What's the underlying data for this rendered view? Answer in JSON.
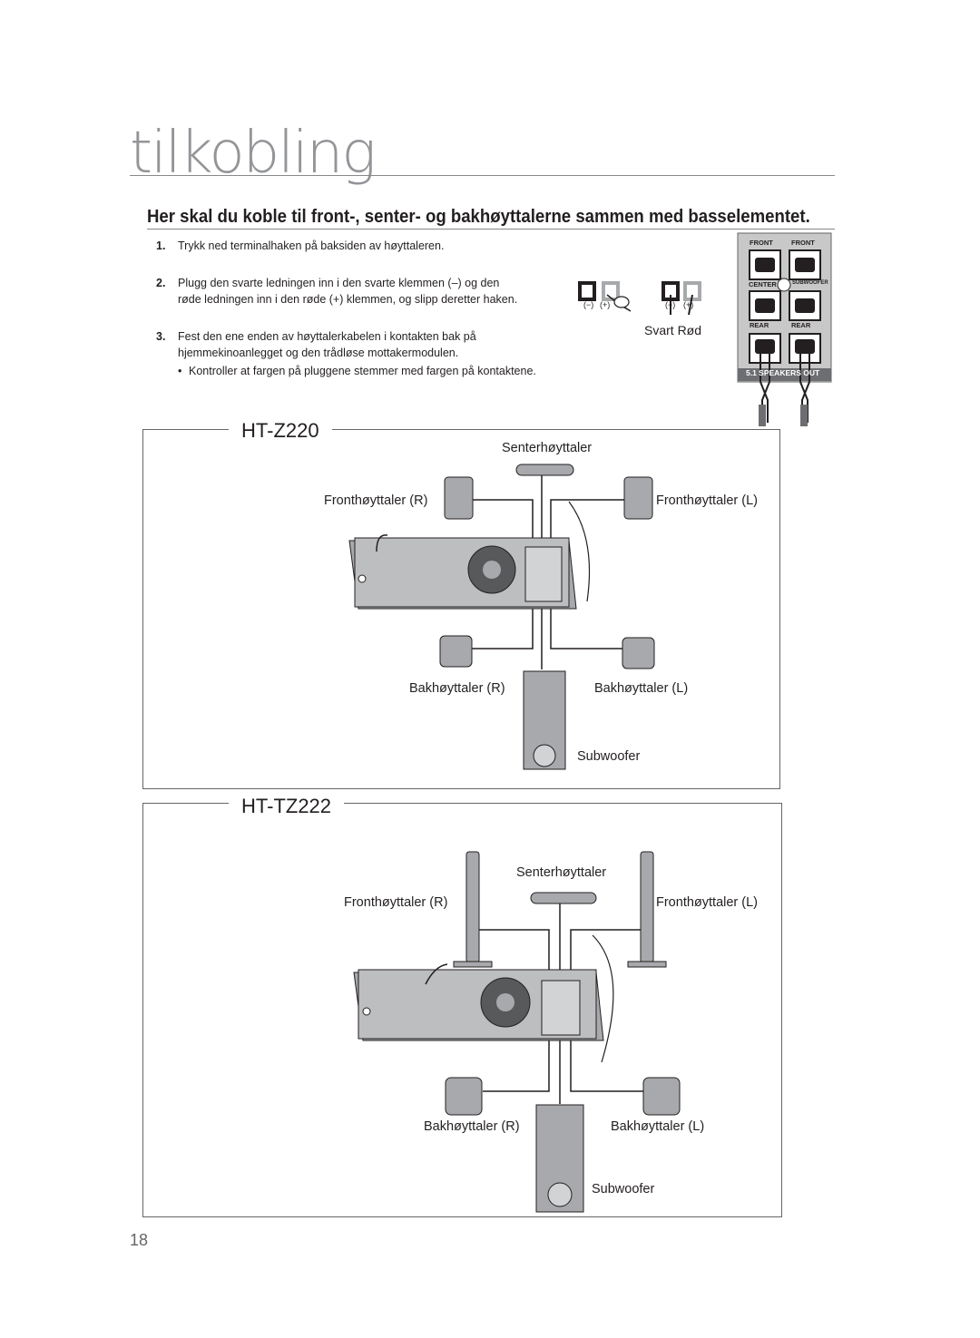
{
  "page": {
    "title": "tilkobling",
    "subtitle": "Her skal du koble til front-, senter- og bakhøyttalerne sammen med basselementet.",
    "page_number": "18"
  },
  "steps": [
    {
      "num": "1.",
      "lines": [
        "Trykk ned terminalhaken på baksiden av høyttaleren."
      ]
    },
    {
      "num": "2.",
      "lines": [
        "Plugg den svarte ledningen inn i den svarte klemmen (–) og den",
        "røde ledningen inn i den røde (+) klemmen, og slipp deretter haken."
      ]
    },
    {
      "num": "3.",
      "lines": [
        "Fest den ene enden av høyttalerkabelen i kontakten bak på",
        "hjemmekinoanlegget og den trådløse mottakermodulen."
      ]
    }
  ],
  "bullet": "Kontroller at fargen på pluggene stemmer med fargen på kontaktene.",
  "terminal_figure": {
    "minus": "(−)",
    "plus": "(+)",
    "colors_label": "Svart  Rød"
  },
  "panel": {
    "front1": "FRONT",
    "front2": "FRONT",
    "center": "CENTER",
    "subwoofer": "SUBWOOFER",
    "rear1": "REAR",
    "rear2": "REAR",
    "out": "5.1  SPEAKERS OUT"
  },
  "diagrams": [
    {
      "model": "HT-Z220",
      "center": "Senterhøyttaler",
      "front_r": "Fronthøyttaler (R)",
      "front_l": "Fronthøyttaler (L)",
      "rear_r": "Bakhøyttaler (R)",
      "rear_l": "Bakhøyttaler (L)",
      "subwoofer": "Subwoofer"
    },
    {
      "model": "HT-TZ222",
      "center": "Senterhøyttaler",
      "front_r": "Fronthøyttaler (R)",
      "front_l": "Fronthøyttaler (L)",
      "rear_r": "Bakhøyttaler (R)",
      "rear_l": "Bakhøyttaler (L)",
      "subwoofer": "Subwoofer"
    }
  ],
  "colors": {
    "title_gray": "#939598",
    "speaker_gray": "#a7a9ac",
    "dark": "#231f20"
  }
}
